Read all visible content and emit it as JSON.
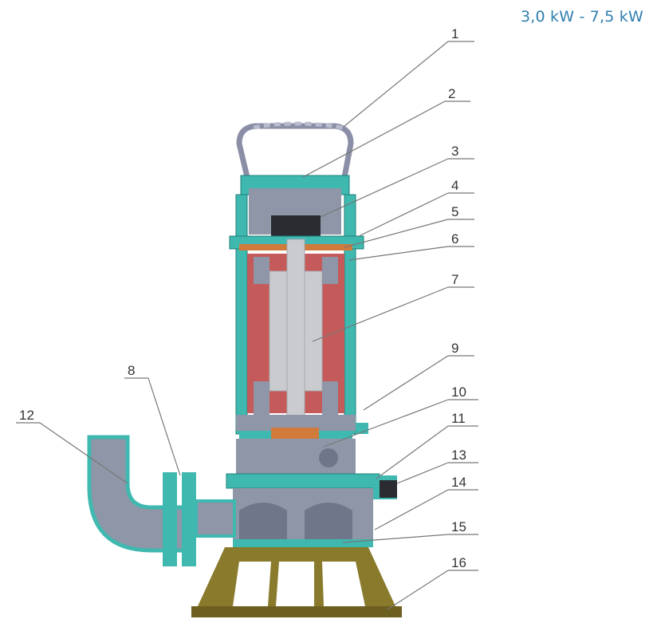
{
  "header": {
    "power_range": "3,0 kW - 7,5 kW"
  },
  "callouts": [
    "1",
    "2",
    "3",
    "4",
    "5",
    "6",
    "7",
    "8",
    "9",
    "10",
    "11",
    "12",
    "13",
    "14",
    "15",
    "16"
  ],
  "colors": {
    "casing": "#3fb8b0",
    "casing_edge": "#1f7f7a",
    "stator": "#c55a5a",
    "internal": "#8f96a8",
    "shaft": "#c9cbcf",
    "base": "#8a7a2c",
    "handle": "#8a8ea6",
    "seal": "#d07a3c",
    "text": "#2f7fb0"
  }
}
